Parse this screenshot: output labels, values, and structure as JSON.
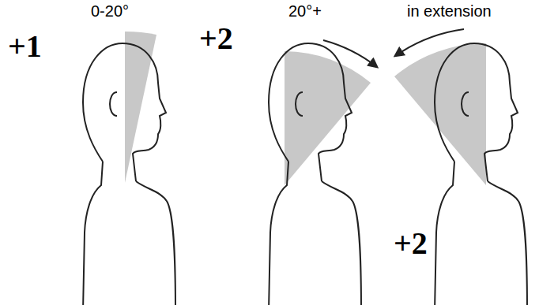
{
  "diagram": {
    "labels": [
      "+1",
      "0-20°",
      "+2",
      "20°+",
      "in extension",
      "+2"
    ]
  }
}
